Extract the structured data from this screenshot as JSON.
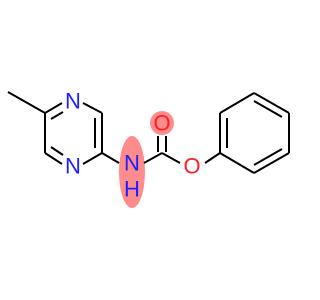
{
  "molecule": {
    "atoms": {
      "n_ring_top": {
        "label": "N",
        "color": "#1f1fff"
      },
      "n_ring_bottom": {
        "label": "N",
        "color": "#1f1fff"
      },
      "n_amide": {
        "label": "N",
        "color": "#1f1fff",
        "highlight": "#ff8c8c"
      },
      "h_amide": {
        "label": "H",
        "color": "#1f1fff"
      },
      "o_carbonyl": {
        "label": "O",
        "color": "#ff1f1f",
        "highlight": "#ff8c8c"
      },
      "o_ester": {
        "label": "O",
        "color": "#ff1f1f"
      }
    },
    "bond_color": "#000000"
  }
}
